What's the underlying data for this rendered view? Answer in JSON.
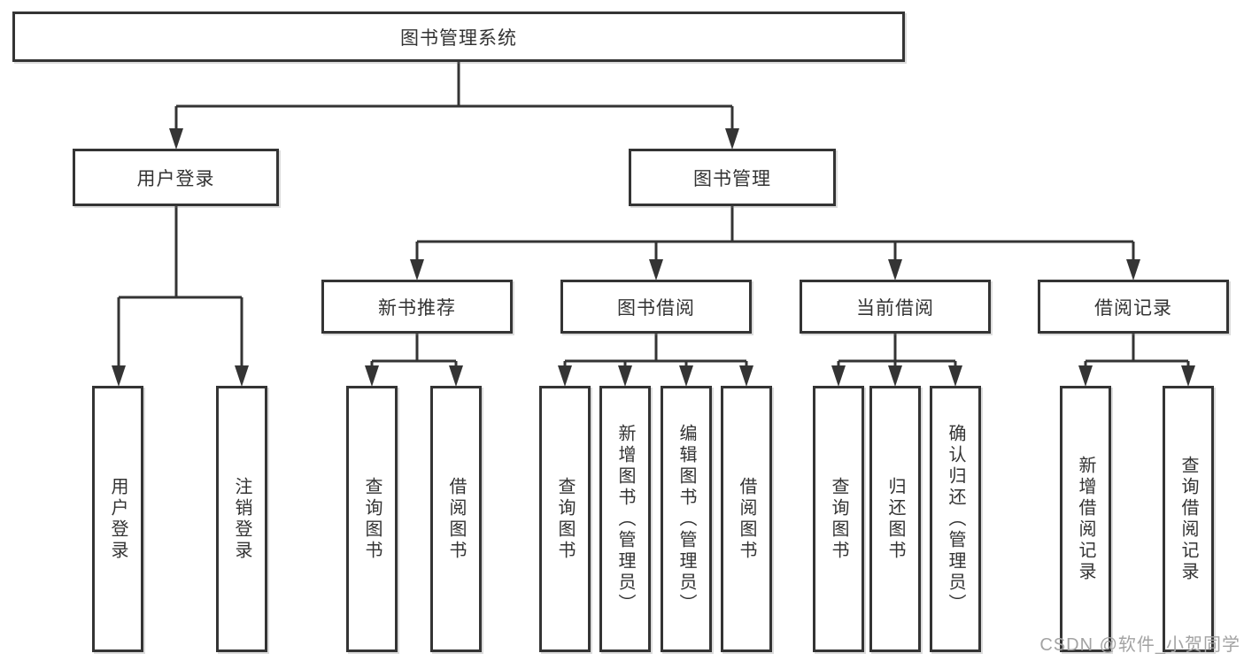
{
  "diagram_title": "图书管理系统",
  "watermark": "CSDN @软件_小贺同学",
  "colors": {
    "line": "#343434",
    "text": "#333333",
    "background": "#ffffff",
    "watermark": "#a3a3a3"
  },
  "nodes": {
    "root": {
      "label": "图书管理系统"
    },
    "level2": [
      {
        "label": "用户登录",
        "parent": "图书管理系统"
      },
      {
        "label": "图书管理",
        "parent": "图书管理系统"
      }
    ],
    "level3": [
      {
        "label": "新书推荐",
        "parent": "图书管理"
      },
      {
        "label": "图书借阅",
        "parent": "图书管理"
      },
      {
        "label": "当前借阅",
        "parent": "图书管理"
      },
      {
        "label": "借阅记录",
        "parent": "图书管理"
      }
    ],
    "leaves": [
      {
        "label": "用户登录",
        "parent": "用户登录"
      },
      {
        "label": "注销登录",
        "parent": "用户登录"
      },
      {
        "label": "查询图书",
        "parent": "新书推荐"
      },
      {
        "label": "借阅图书",
        "parent": "新书推荐"
      },
      {
        "label": "查询图书",
        "parent": "图书借阅"
      },
      {
        "label": "新增图书（管理员）",
        "parent": "图书借阅"
      },
      {
        "label": "编辑图书（管理员）",
        "parent": "图书借阅"
      },
      {
        "label": "借阅图书",
        "parent": "图书借阅"
      },
      {
        "label": "查询图书",
        "parent": "当前借阅"
      },
      {
        "label": "归还图书",
        "parent": "当前借阅"
      },
      {
        "label": "确认归还（管理员）",
        "parent": "当前借阅"
      },
      {
        "label": "新增借阅记录",
        "parent": "借阅记录"
      },
      {
        "label": "查询借阅记录",
        "parent": "借阅记录"
      }
    ]
  }
}
